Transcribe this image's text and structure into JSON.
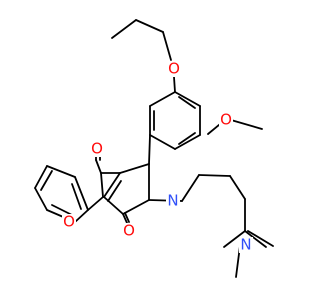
{
  "molecule": {
    "atoms": {
      "ethoxy_o": "O",
      "methoxy_o": "O",
      "carbonyl_o_top": "O",
      "ring_o": "O",
      "carbonyl_o_bottom": "O",
      "lactam_n": "N",
      "dimethyl_n": "N"
    },
    "colors": {
      "oxygen": "#ff0d0d",
      "nitrogen": "#3050f8",
      "bond": "#000000",
      "background": "#ffffff"
    }
  }
}
